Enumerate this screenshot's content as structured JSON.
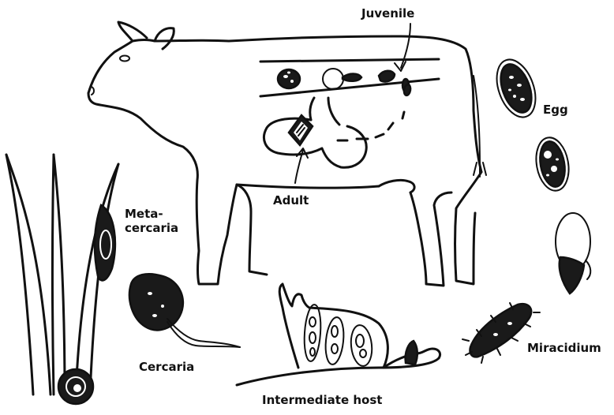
{
  "labels": {
    "juvenile": "Juvenile",
    "egg": "Egg",
    "adult": "Adult",
    "metacercaria_line1": "Meta-",
    "metacercaria_line2": "cercaria",
    "miracidium": "Miracidium",
    "cercaria": "Cercaria",
    "intermediate_host": "Intermediate host"
  },
  "colors": {
    "ink": "#111111",
    "background": "#ffffff"
  }
}
